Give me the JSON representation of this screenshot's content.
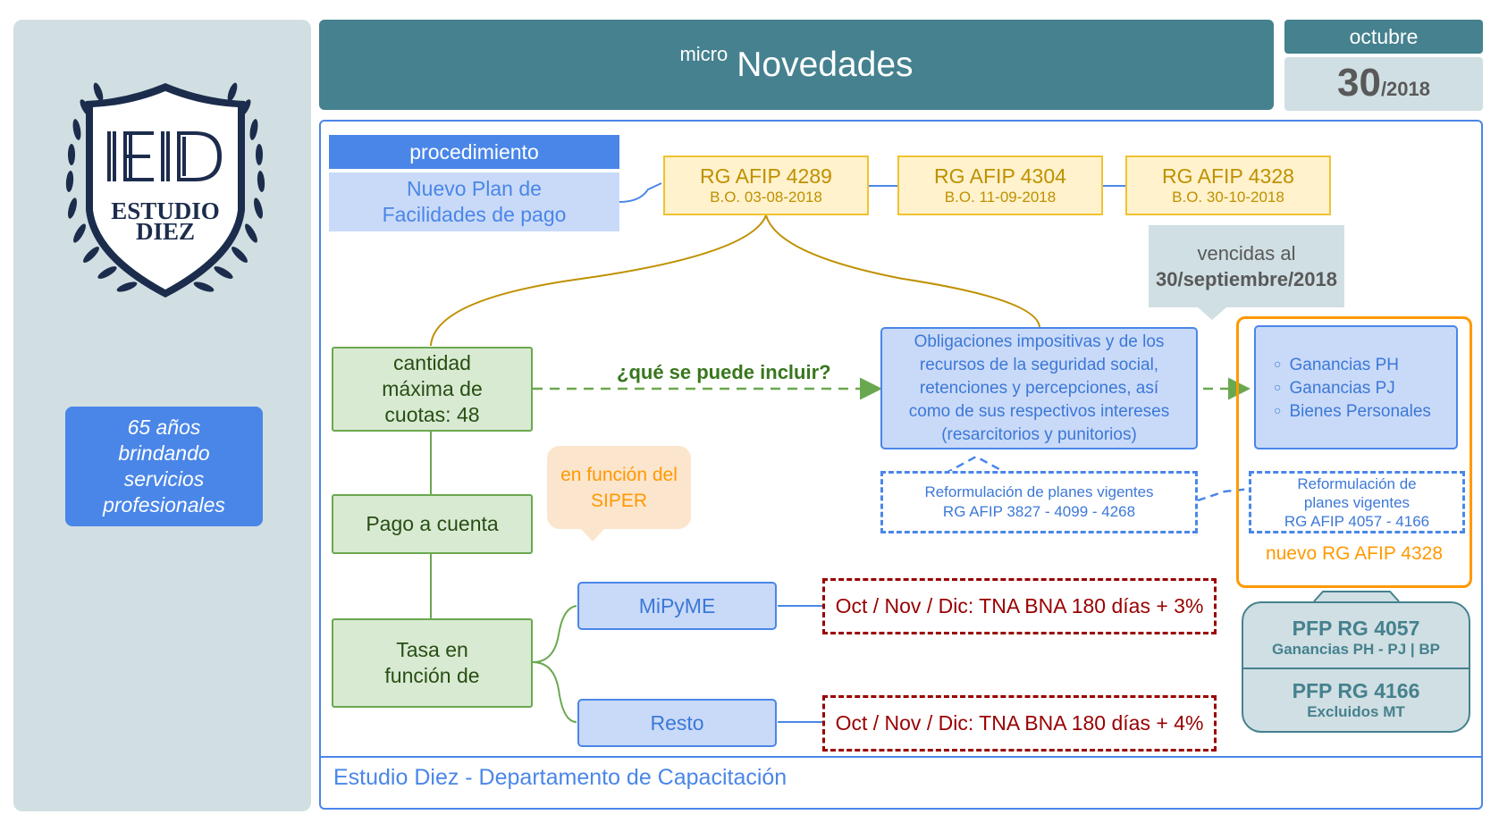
{
  "sidebar": {
    "logo_line1": "ESTUDIO",
    "logo_line2": "DIEZ",
    "badge": [
      "65 años",
      "brindando",
      "servicios",
      "profesionales"
    ]
  },
  "header": {
    "micro": "micro",
    "title": "Novedades",
    "month": "octubre",
    "day": "30",
    "year": "/2018"
  },
  "procedimiento": {
    "label": "procedimiento",
    "name_line1": "Nuevo Plan de",
    "name_line2": "Facilidades de pago"
  },
  "resoluciones": [
    {
      "title": "RG AFIP 4289",
      "date": "B.O. 03-08-2018"
    },
    {
      "title": "RG AFIP 4304",
      "date": "B.O. 11-09-2018"
    },
    {
      "title": "RG AFIP 4328",
      "date": "B.O. 30-10-2018"
    }
  ],
  "vencidas": {
    "line1": "vencidas al",
    "line2": "30/septiembre/2018"
  },
  "cuotas": [
    "cantidad",
    "máxima de",
    "cuotas: 48"
  ],
  "pregunta": "¿qué se puede incluir?",
  "obligaciones": [
    "Obligaciones impositivas y de los",
    "recursos de la seguridad social,",
    "retenciones y percepciones, así",
    "como de sus respectivos intereses",
    "(resarcitorios y punitorios)"
  ],
  "ganancias": [
    "Ganancias PH",
    "Ganancias PJ",
    "Bienes Personales"
  ],
  "reformulacion1": {
    "line1": "Reformulación de planes vigentes",
    "line2": "RG AFIP 3827 - 4099 - 4268"
  },
  "reformulacion2": {
    "line1": "Reformulación de",
    "line2": "planes vigentes",
    "line3": "RG AFIP 4057 - 4166"
  },
  "nuevo": "nuevo RG AFIP 4328",
  "pago_cuenta": "Pago a cuenta",
  "siper": [
    "en función del",
    "SIPER"
  ],
  "tasa": [
    "Tasa en",
    "función de"
  ],
  "mipyme": {
    "label": "MiPyME",
    "tasa": "Oct / Nov / Dic: TNA BNA 180 días + 3%"
  },
  "resto": {
    "label": "Resto",
    "tasa": "Oct / Nov / Dic: TNA BNA 180 días + 4%"
  },
  "pfp": [
    {
      "title": "PFP RG 4057",
      "sub": "Ganancias PH - PJ | BP"
    },
    {
      "title": "PFP RG 4166",
      "sub": "Excluidos MT"
    }
  ],
  "footer": "Estudio Diez - Departamento de Capacitación",
  "colors": {
    "teal": "#45818e",
    "blue": "#4a86e8",
    "light_blue": "#c9daf8",
    "green": "#6aa84f",
    "gold": "#bf9000",
    "orange": "#ff9900",
    "dark_red": "#990000",
    "navy": "#1c2c4c"
  }
}
